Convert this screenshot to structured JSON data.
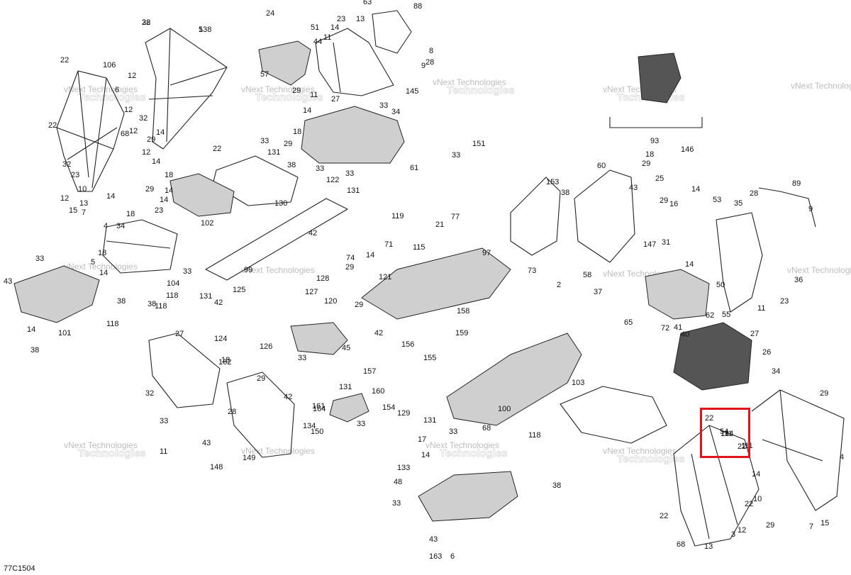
{
  "diagram": {
    "code": "77C1504",
    "watermark_line1": "vNext Technologies",
    "watermark_line2": "Technologies",
    "highlight": {
      "labels": [
        "22",
        "111",
        "22"
      ],
      "color": "#e0151b"
    },
    "callouts": [
      "22",
      "138",
      "106",
      "22",
      "6",
      "68",
      "12",
      "12",
      "32",
      "23",
      "10",
      "13",
      "14",
      "22",
      "12",
      "15",
      "7",
      "12",
      "14",
      "14",
      "32",
      "29",
      "22",
      "12",
      "33",
      "131",
      "102",
      "130",
      "18",
      "14",
      "29",
      "23",
      "14",
      "18",
      "4",
      "34",
      "104",
      "118",
      "18",
      "38",
      "33",
      "43",
      "5",
      "14",
      "101",
      "118",
      "38",
      "14",
      "38",
      "118",
      "24",
      "51",
      "44",
      "57",
      "29",
      "63",
      "88",
      "23",
      "13",
      "11",
      "14",
      "8",
      "28",
      "9",
      "145",
      "27",
      "11",
      "14",
      "18",
      "29",
      "33",
      "34",
      "38",
      "61",
      "33",
      "33",
      "131",
      "42",
      "122",
      "33",
      "99",
      "128",
      "127",
      "131",
      "42",
      "125",
      "124",
      "126",
      "120",
      "45",
      "33",
      "42",
      "131",
      "164",
      "33",
      "119",
      "71",
      "115",
      "21",
      "77",
      "97",
      "121",
      "29",
      "74",
      "42",
      "14",
      "29",
      "158",
      "159",
      "157",
      "156",
      "160",
      "154",
      "155",
      "129",
      "131",
      "33",
      "100",
      "151",
      "33",
      "153",
      "38",
      "73",
      "60",
      "18",
      "29",
      "146",
      "14",
      "25",
      "43",
      "29",
      "31",
      "147",
      "16",
      "93",
      "89",
      "28",
      "35",
      "53",
      "9",
      "36",
      "23",
      "11",
      "14",
      "50",
      "41",
      "2",
      "37",
      "58",
      "65",
      "72",
      "40",
      "62",
      "55",
      "34",
      "27",
      "26",
      "27",
      "18",
      "162",
      "29",
      "32",
      "161",
      "28",
      "33",
      "11",
      "43",
      "148",
      "149",
      "134",
      "150",
      "17",
      "14",
      "133",
      "48",
      "33",
      "43",
      "163",
      "118",
      "38",
      "103",
      "29",
      "54",
      "144",
      "111",
      "22",
      "22",
      "29",
      "68",
      "12",
      "7",
      "15",
      "3",
      "13",
      "10",
      "14",
      "4",
      "6",
      "68",
      "38",
      "5"
    ],
    "colors": {
      "line": "#222222",
      "shade": "#cfcfcf",
      "watermark": "#bdbdbd"
    }
  }
}
